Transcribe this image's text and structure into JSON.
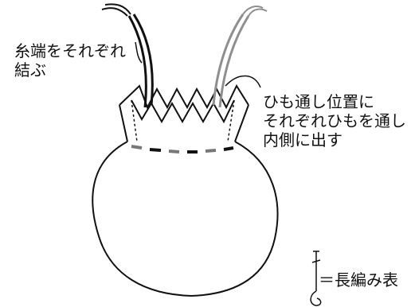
{
  "annotations": {
    "left": {
      "lines": [
        "糸端をそれぞれ",
        "結ぶ"
      ]
    },
    "right": {
      "lines": [
        "ひも通し位置に",
        "それぞれひもを通し",
        "内側に出す"
      ]
    }
  },
  "legend": {
    "text": "＝長編み表"
  },
  "colors": {
    "ink": "#111111",
    "cord_left": "#111111",
    "cord_right": "#8f8f8f",
    "dashes_grey": "#8f8f8f"
  }
}
